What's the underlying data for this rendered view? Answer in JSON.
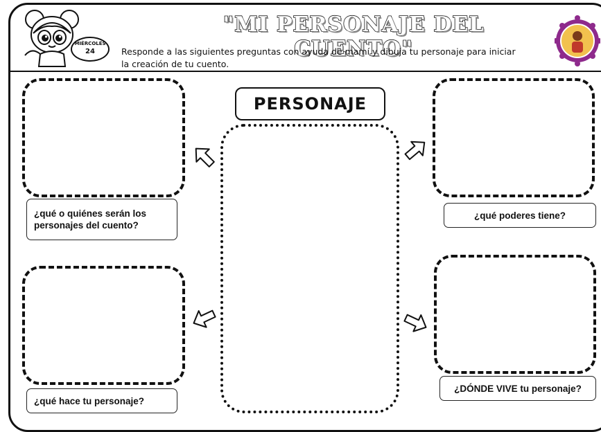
{
  "header": {
    "title": "\"MI PERSONAJE DEL CUENTO\"",
    "instructions_line1": "Responde a las siguientes preguntas con ayuda de mamí y dibuja tu personaje para iniciar",
    "instructions_line2": "la creación de tu cuento.",
    "date_day": "MIÉRCOLES",
    "date_number": "24"
  },
  "center": {
    "title": "PERSONAJE"
  },
  "questions": {
    "top_left": "¿qué o quiénes serán los personajes del cuento?",
    "top_right": "¿qué poderes tiene?",
    "bottom_left": "¿qué hace tu personaje?",
    "bottom_right": "¿DÓNDE VIVE tu personaje?"
  },
  "icons": {
    "mascot": "girl-mascot-icon",
    "seal": "school-seal-icon",
    "arrow": "outline-arrow-icon"
  },
  "colors": {
    "seal_ring": "#8e2a8c",
    "seal_inner": "#f2c14e",
    "ink": "#111111"
  }
}
